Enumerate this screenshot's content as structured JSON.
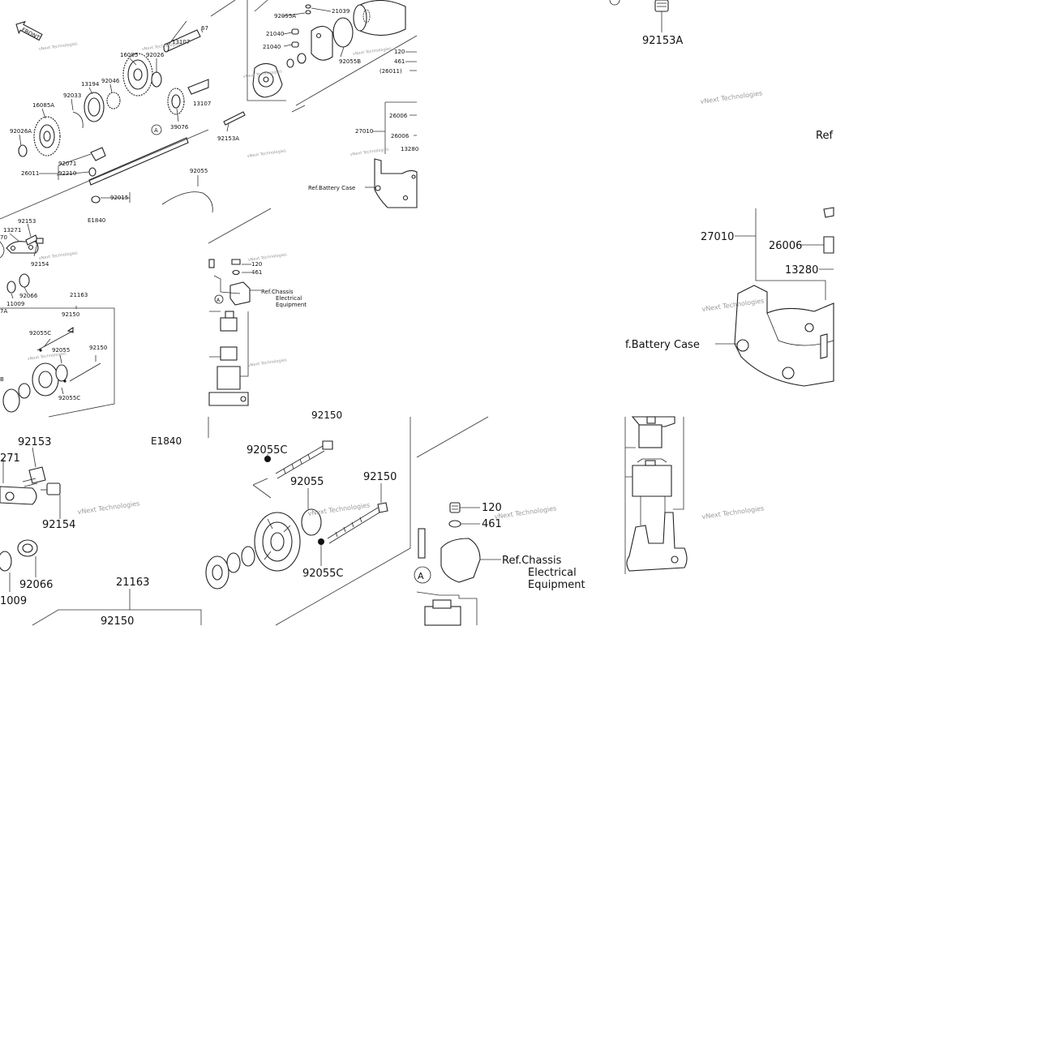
{
  "tiles": [
    {
      "name": "tile-gear-train",
      "labels": {
        "front": "FRONT",
        "l1": "67",
        "l2": "13107",
        "l3": "16085",
        "l4": "92026",
        "l5": "13194",
        "l6": "92046",
        "l7": "92033",
        "l8": "16085A",
        "l9": "92026A",
        "l10": "13107",
        "l11": "39076",
        "l12": "92071",
        "l13": "92210",
        "l14": "26011",
        "l15": "92015",
        "l16": "92055",
        "l17": "E1840",
        "callout": "A"
      }
    },
    {
      "name": "tile-starter-motor",
      "labels": {
        "l1": "92055A",
        "l2": "21039",
        "l3": "21040",
        "l4": "21040",
        "l5": "92055B",
        "l6": "120",
        "l7": "461",
        "l8": "(26011)",
        "l9": "92153A",
        "l10": "26006",
        "l11": "27010",
        "l12": "26006",
        "l13": "13280",
        "l14": "Ref.Battery Case"
      }
    },
    {
      "name": "tile-top-right",
      "labels": {
        "l1": "92153A",
        "l2": "Ref"
      }
    },
    {
      "name": "tile-starter-assembly",
      "labels": {
        "l1": "92153",
        "l2": "13271",
        "l3": "70",
        "l4": "92154",
        "l5": "92066",
        "l6": "11009",
        "l7": "7A",
        "l8": "21163",
        "l9": "92150",
        "l10": "92055C",
        "l11": "92055",
        "l12": "92150",
        "l13": "B",
        "l14": "92055C"
      }
    },
    {
      "name": "tile-relay-small",
      "labels": {
        "l1": "120",
        "l2": "461",
        "l3": "Ref.Chassis",
        "l4": "Electrical",
        "l5": "Equipment",
        "callout": "A"
      }
    },
    {
      "name": "tile-battery-case-large",
      "labels": {
        "l1": "27010",
        "l2": "26006",
        "l3": "13280",
        "l4": "f.Battery Case"
      }
    },
    {
      "name": "tile-starter-zoom",
      "labels": {
        "l1": "92153",
        "l2": "271",
        "l3": "E1840",
        "l4": "92154",
        "l5": "92066",
        "l6": "1009",
        "l7": "21163",
        "l8": "92150"
      }
    },
    {
      "name": "tile-end-cover-zoom",
      "labels": {
        "l1": "92055C",
        "l2": "92055",
        "l3": "92150",
        "l4": "92055C"
      }
    },
    {
      "name": "tile-relay-zoom",
      "labels": {
        "l1": "120",
        "l2": "461",
        "l3": "Ref.Chassis",
        "l4": "Electrical",
        "l5": "Equipment",
        "callout": "A"
      }
    }
  ],
  "watermark": "vNext Technologies",
  "colors": {
    "line": "#222222",
    "watermark": "#9a9a9a",
    "background": "#ffffff"
  }
}
